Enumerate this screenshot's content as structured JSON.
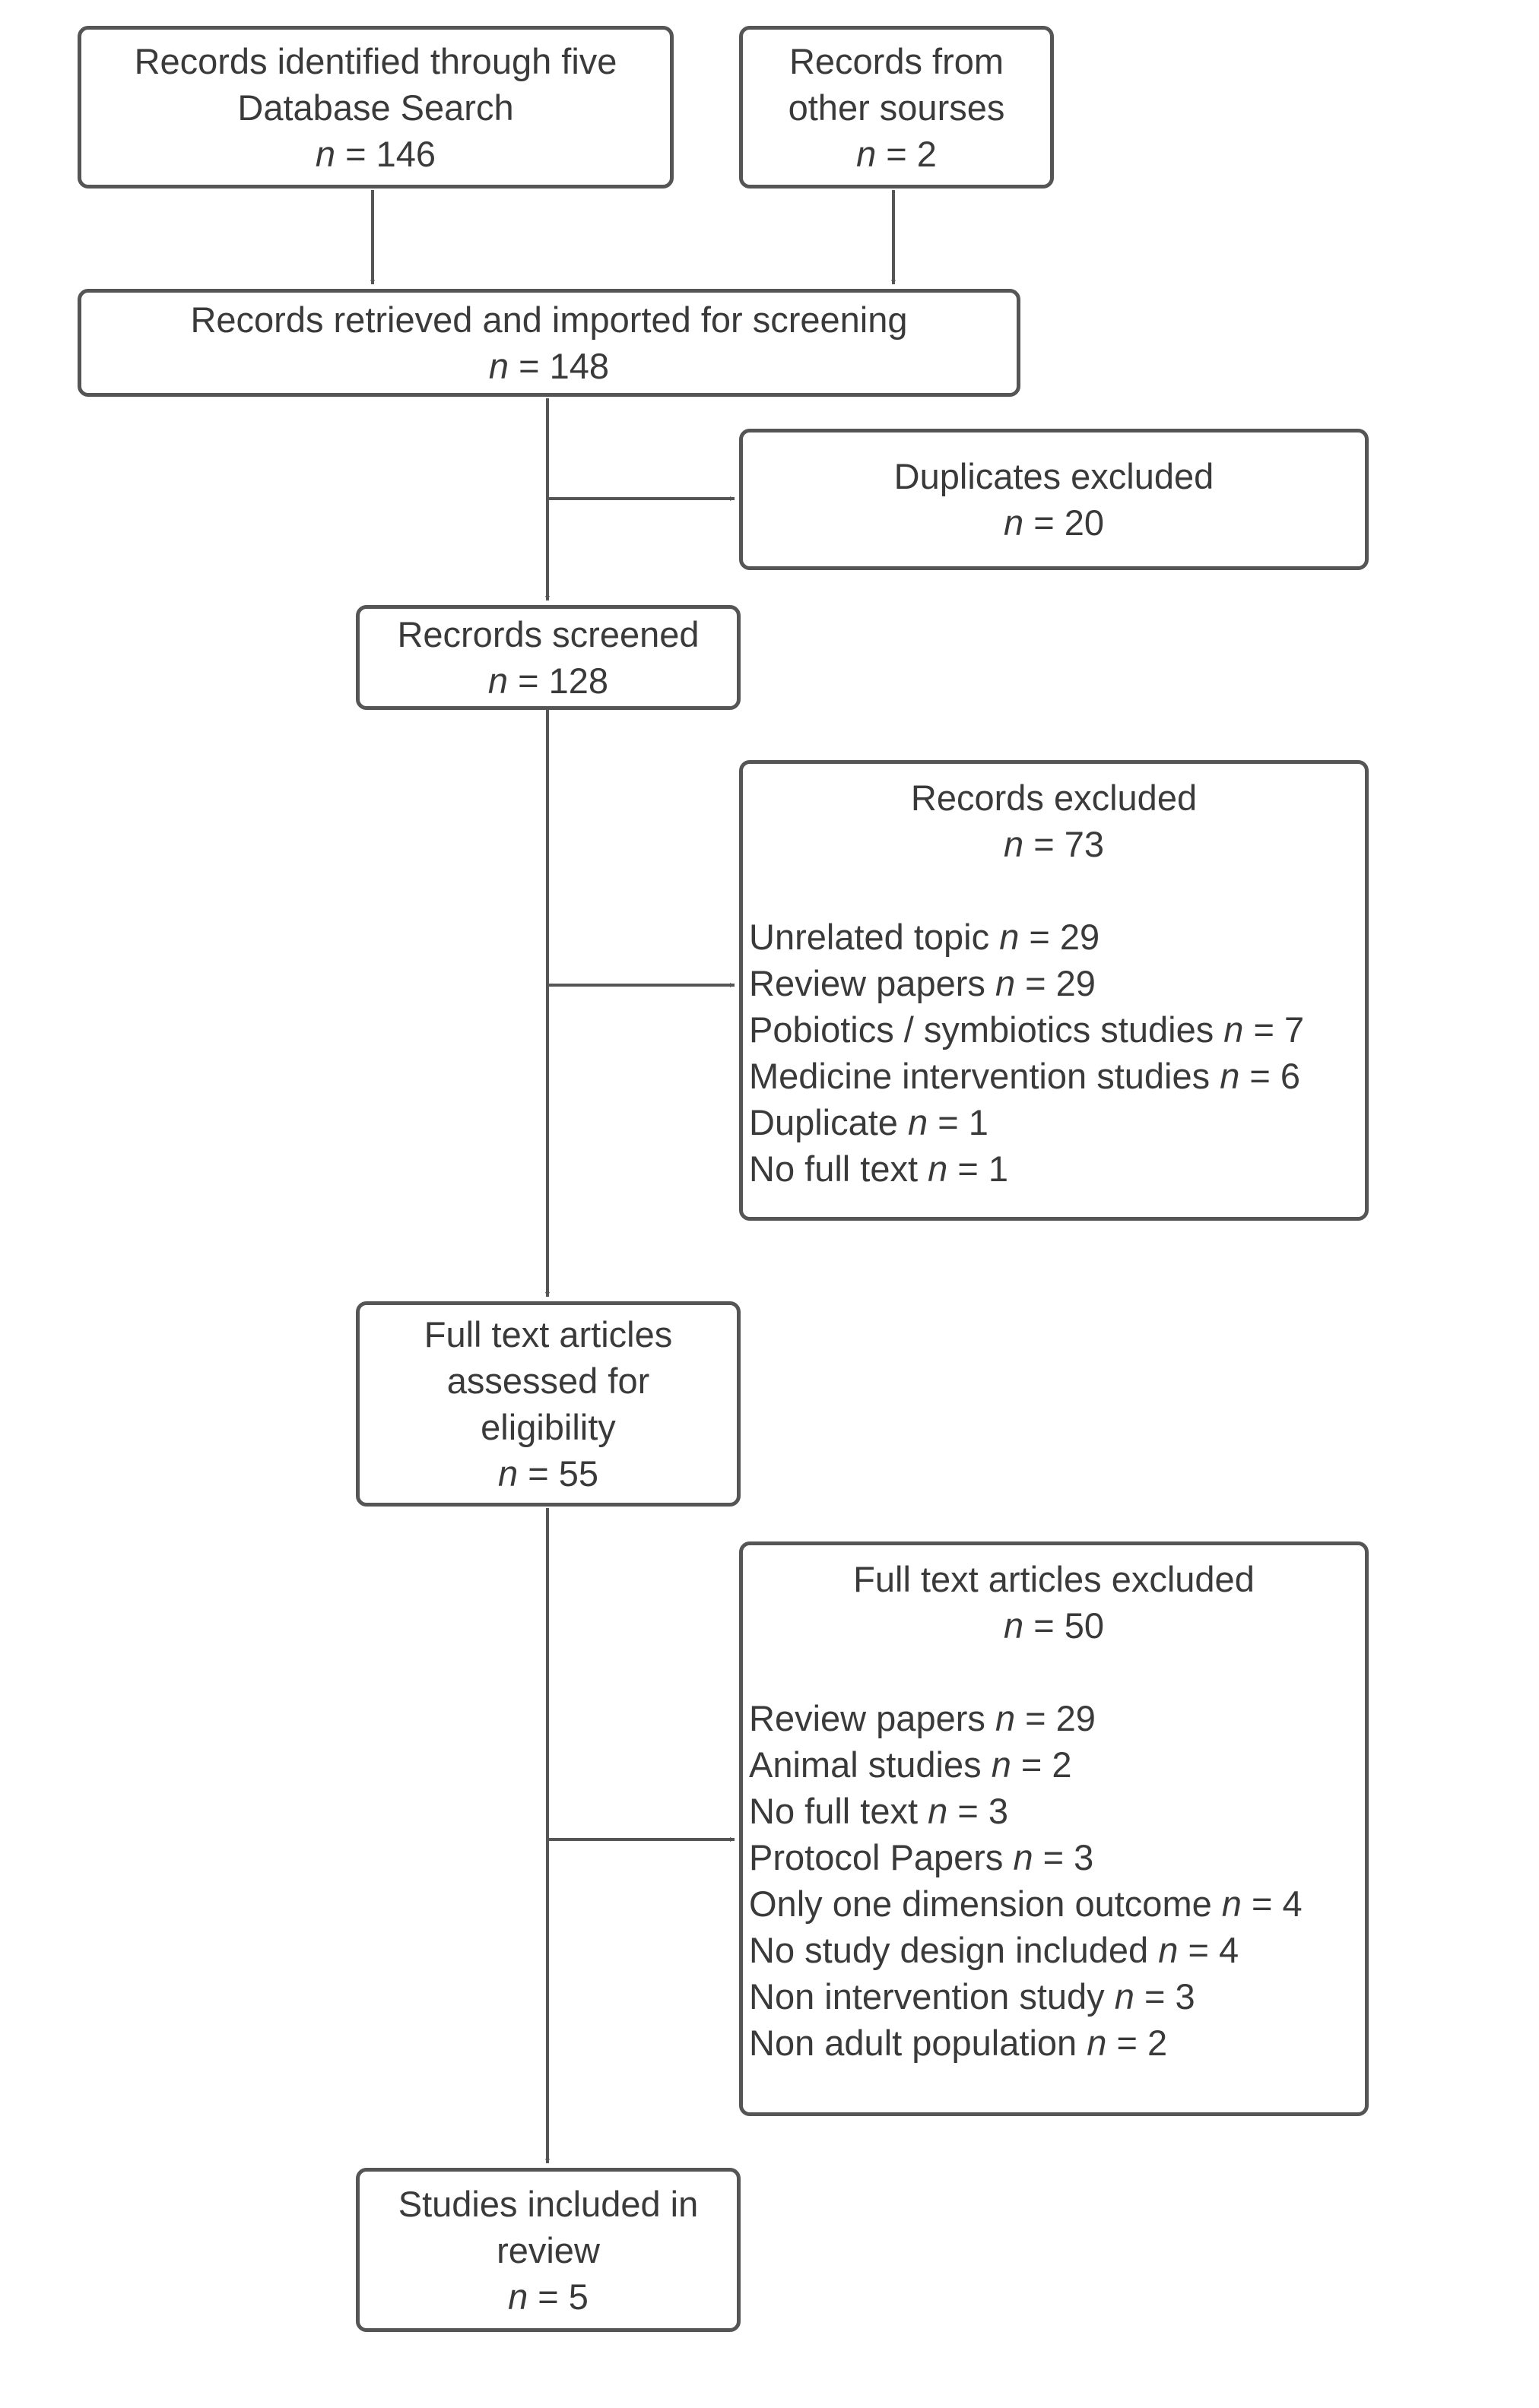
{
  "nodes": {
    "identified_db": {
      "lines": [
        "Records identified through five",
        "Database Search"
      ],
      "n_label": "n",
      "n_value": "= 146"
    },
    "other_sources": {
      "lines": [
        "Records from",
        "other sourses"
      ],
      "n_label": "n",
      "n_value": "= 2"
    },
    "retrieved": {
      "lines": [
        "Records retrieved and imported for screening"
      ],
      "n_label": "n",
      "n_value": "= 148"
    },
    "duplicates_excluded": {
      "lines": [
        "Duplicates excluded"
      ],
      "n_label": "n",
      "n_value": "= 20"
    },
    "screened": {
      "lines": [
        "Recrords screened"
      ],
      "n_label": "n",
      "n_value": "= 128"
    },
    "records_excluded": {
      "lines": [
        "Records excluded"
      ],
      "n_label": "n",
      "n_value": "= 73",
      "items": [
        {
          "label": "Unrelated topic",
          "n": "n",
          "value": "= 29"
        },
        {
          "label": "Review papers",
          "n": "n",
          "value": "= 29"
        },
        {
          "label": "Pobiotics / symbiotics studies",
          "n": "n",
          "value": "= 7"
        },
        {
          "label": "Medicine intervention studies",
          "n": "n",
          "value": "= 6"
        },
        {
          "label": "Duplicate",
          "n": "n",
          "value": "= 1"
        },
        {
          "label": "No full text",
          "n": "n",
          "value": "= 1"
        }
      ]
    },
    "full_text_assessed": {
      "lines": [
        "Full text articles",
        "assessed for",
        "eligibility"
      ],
      "n_label": "n",
      "n_value": "= 55"
    },
    "full_text_excluded": {
      "lines": [
        "Full text articles excluded"
      ],
      "n_label": "n",
      "n_value": "= 50",
      "items": [
        {
          "label": "Review papers",
          "n": "n",
          "value": "= 29"
        },
        {
          "label": "Animal studies",
          "n": "n",
          "value": "= 2"
        },
        {
          "label": "No full text",
          "n": "n",
          "value": "= 3"
        },
        {
          "label": "Protocol Papers",
          "n": "n",
          "value": "= 3"
        },
        {
          "label": "Only one dimension outcome",
          "n": "n",
          "value": "= 4"
        },
        {
          "label": "No study design included",
          "n": "n",
          "value": "= 4"
        },
        {
          "label": "Non intervention study",
          "n": "n",
          "value": "= 3"
        },
        {
          "label": "Non adult population",
          "n": "n",
          "value": "= 2"
        }
      ]
    },
    "included": {
      "lines": [
        "Studies included in",
        "review"
      ],
      "n_label": "n",
      "n_value": "= 5"
    }
  },
  "edges": [
    {
      "from": "identified_db",
      "to": "retrieved"
    },
    {
      "from": "other_sources",
      "to": "retrieved"
    },
    {
      "from": "retrieved",
      "to": "screened"
    },
    {
      "from": "retrieved",
      "to": "duplicates_excluded"
    },
    {
      "from": "screened",
      "to": "full_text_assessed"
    },
    {
      "from": "screened",
      "to": "records_excluded"
    },
    {
      "from": "full_text_assessed",
      "to": "included"
    },
    {
      "from": "full_text_assessed",
      "to": "full_text_excluded"
    }
  ],
  "colors": {
    "stroke": "#555555",
    "text": "#3a3a3a",
    "background": "#ffffff"
  }
}
